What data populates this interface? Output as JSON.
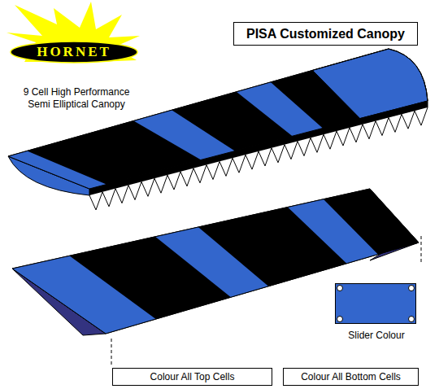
{
  "diagram": {
    "nodes": [
      {
        "text": [
          "HORNET"
        ]
      },
      {
        "text": [
          "PISA Customized Canopy"
        ]
      },
      {
        "text": [
          "Slider Colour"
        ]
      },
      {
        "text": [
          "Colour All Top Cells"
        ]
      },
      {
        "text": [
          "Colour All Bottom Cells"
        ]
      }
    ],
    "edges": [],
    "labels": [
      "9 Cell High Performance Semi Elliptical Canopy"
    ]
  }
}
